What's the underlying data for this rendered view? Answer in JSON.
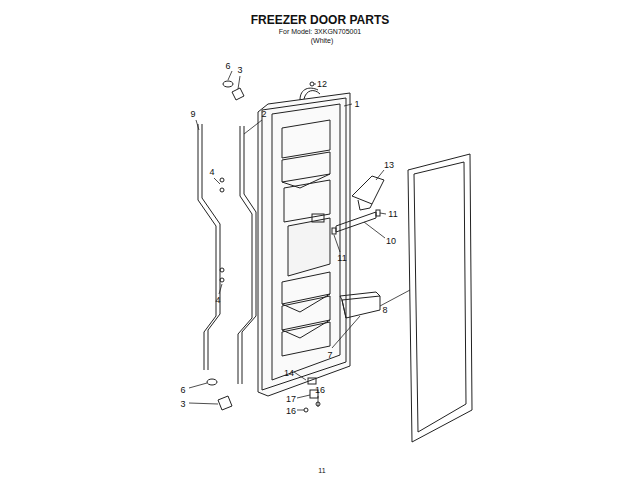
{
  "diagram": {
    "title": "FREEZER DOOR PARTS",
    "labels": [
      "For Model: 3XKGN705001",
      "(White)",
      "6",
      "3",
      "12",
      "1",
      "9",
      "2",
      "4",
      "13",
      "11",
      "10",
      "11",
      "4",
      "8",
      "7",
      "6",
      "14",
      "3",
      "17",
      "16",
      "16",
      "11"
    ]
  }
}
